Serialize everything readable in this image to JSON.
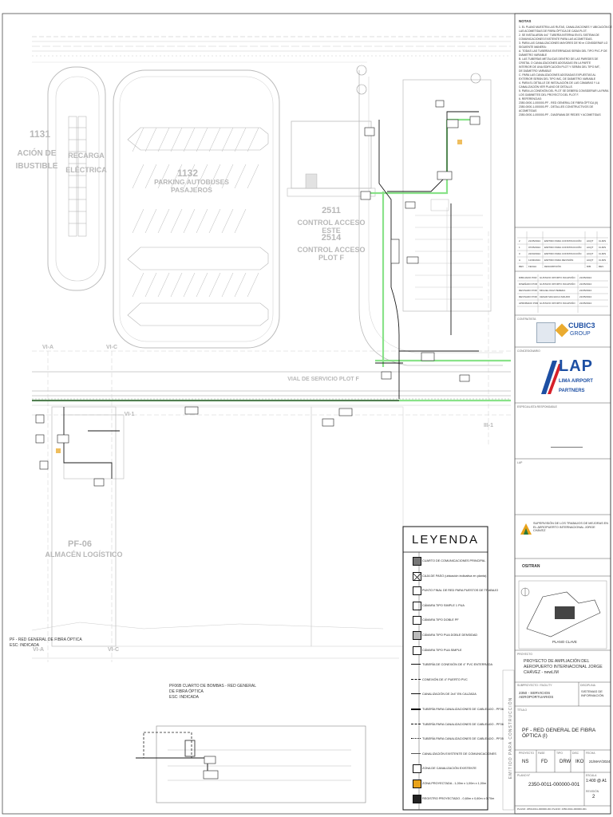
{
  "plan": {
    "areas": [
      {
        "key": "a1131a",
        "text": "1131"
      },
      {
        "key": "a1131b",
        "text": "ACIÓN DE"
      },
      {
        "key": "a1131c",
        "text": "IBUSTIBLE"
      },
      {
        "key": "a1132",
        "text": "1132"
      },
      {
        "key": "a1132b",
        "text": "PARKING AUTOBUSES PASAJEROS"
      },
      {
        "key": "a2511",
        "text": "2511"
      },
      {
        "key": "a2511b",
        "text": "CONTROL ACCESO ESTE"
      },
      {
        "key": "a2514",
        "text": "2514"
      },
      {
        "key": "a2514b",
        "text": "CONTROL ACCESO PLOT F"
      },
      {
        "key": "aRec",
        "text": "RECARGA"
      },
      {
        "key": "aRec2",
        "text": "ELÉCTRICA"
      },
      {
        "key": "aPf06",
        "text": "PF-06"
      },
      {
        "key": "aAlm",
        "text": "ALMACÉN LOGÍSTICO"
      }
    ],
    "vial": "VIAL DE SERVICIO PLOT F",
    "grid_labels": [
      "VI-A",
      "VI-C",
      "VI-A",
      "VI-C",
      "VI-1",
      "III-1"
    ],
    "left_note": "PF - RED GENERAL DE FIBRA ÓPTICA",
    "left_note2": "ESC: INDICADA",
    "detail_title": "PF06B CUARTO DE BOMBAS - RED GENERAL",
    "detail_title2": "DE FIBRA ÓPTICA",
    "detail_title3": "ESC: INDICADA"
  },
  "legend": {
    "title": "LEYENDA",
    "rows": [
      "CUARTO DE COMUNICACIONES PRINCIPAL",
      "CAJA DE PASO (ubicación indicativa en planta)",
      "PUNTO FINAL DE RED PARA PUESTOS DE TRABAJO",
      "CÁMARA TIPO SIMPLE 1 PUA",
      "CÁMARA TIPO DOBLE PF",
      "CÁMARA TIPO PUA DOBLE DENSIDAD",
      "CÁMARA TIPO PUA SIMPLE",
      "TUBERÍA DE CONEXIÓN DE 4\" PVC ENTERRADA",
      "CONEXIÓN DE 4\" PUERTO PVC",
      "CANALIZACIÓN DE 2x4\" EN CALZADA",
      "TUBERÍA PARA CANALIZACIONES DE CABLEADO - PF06",
      "TUBERÍA PARA CANALIZACIONES DE CABLEADO - PF06",
      "TUBERÍA PARA CANALIZACIONES DE CABLEADO - PF05",
      "CANALIZACIÓN EXISTENTE DE COMUNICACIONES",
      "ZONA DE CANALIZACIÓN EXISTENTE",
      "ZONA PROYECTADA - 1,00m x 1,00m x 1,00m",
      "REGISTRO PROYECTADO - 0,60m x 0,60m x 0,70m"
    ]
  },
  "notes": {
    "title": "NOTAS",
    "lines": [
      "1. EL PLANO MUESTRA LAS RUTAS, CANALIZACIONES Y UBICACIÓN DE",
      "LAS ACOMETIDAS DE FIBRA ÓPTICA DE CADA PLOT.",
      "2. SE INSTALARÁN 4x1\" TUBERÍA INTERNA EN EL SISTEMA DE",
      "COMUNICACIONES EXISTENTE PARA LAS ACOMETIDAS.",
      "3. PARA LAS CANALIZACIONES MAYORES DE 90 m CONSIDERAR LO",
      "SIGUIENTE MANERA:",
      "A. TODAS LAS TUBERÍAS ENTERRADAS SERÁN DEL TIPO PVC-P DE",
      "DIÁMETRO VARIABLE",
      "B. LAS TUBERÍAS METÁLICAS DENTRO DE LAS PAREDES DE",
      "CRISTAL O CANALIZACIONES ADOSADAS EN LA PARTE",
      "INTERIOR DE UNA EDIFICACIÓN PLOT Y SERÁN DEL TIPO IMT,",
      "DE DIÁMETRO VARIABLE",
      "C. PARA LAS CANALIZACIONES ADOSADAS EXPUESTAS AL",
      "EXTERIOR SERÁN DEL TIPO IMC, DE DIÁMETRO VARIABLE",
      "4. PARA EL DETALLE DE INSTALACIÓN DE LAS CÁMARAS Y LA",
      "CANALIZACIÓN VER PLANO DE DETALLE.",
      "5. PARA LA CONEXIÓN DEL PLOT SE DEBERÁ CONSIDERAR LA PARA",
      "LOS GABINETES DEL PROYECTO DEL PLOT F.",
      "6. REFERENCIAS:",
      "2350-0000-1-000000-PF - RED GENERAL DE FIBRA ÓPTICA (II)",
      "2350-0000-1-000000-PF - DETALLES CONSTRUCTIVOS DE",
      "ACOMETIDAS",
      "2350-0000-1-000000-PF - DIAGRAMA DE REDES Y ACOMETIDAS"
    ]
  },
  "titleblock": {
    "revisions": [
      [
        "2",
        "21/05/2024",
        "EMITIDO PARA CONSTRUCCIÓN",
        "ACQT",
        "CLM/S"
      ],
      [
        "1",
        "07/05/2024",
        "EMITIDO PARA CONSTRUCCIÓN",
        "ACQT",
        "CLM/S"
      ],
      [
        "0",
        "22/03/2024",
        "EMITIDO PARA CONSTRUCCIÓN",
        "ACQT",
        "CLM/S"
      ],
      [
        "A",
        "11/03/2024",
        "EMITIDO PARA REVISIÓN",
        "ACQT",
        "CLM/S"
      ]
    ],
    "rev_header": [
      "REV",
      "FECHA",
      "DESCRIPCIÓN",
      "DIB.",
      "REV."
    ],
    "signatures": [
      [
        "DIBUJADO POR",
        "GUSTAVO OPORTO INCAPUÑO",
        "21/05/2024"
      ],
      [
        "DISEÑADO POR",
        "GUSTAVO OPORTO INCAPUÑO",
        "21/05/2024"
      ],
      [
        "REVISADO POR",
        "MIGUEL DIAZ PEREDA",
        "21/05/2024"
      ],
      [
        "REVISADO POR",
        "CESAR MACHUCA MAURO",
        "21/05/2024"
      ],
      [
        "APROBADO POR",
        "GUSTAVO OPORTO INCAPUÑO",
        "21/05/2024"
      ]
    ],
    "contratista_label": "CONTRATISTA",
    "cubic_text": "CUBIC3",
    "group_text": "GROUP",
    "concesionario_label": "CONCESIONARIO",
    "lap_text": "LAP",
    "lap_sub1": "LIMA AIRPORT",
    "lap_sub2": "PARTNERS",
    "especialista_label": "ESPECIALISTA RESPONSABLE",
    "sup_label": "LAP",
    "supervision": "SUPERVISIÓN DE LOS TRABAJOS DE MEJORAS EN EL AEROPUERTO INTERNACIONAL JORGE CHÁVEZ",
    "ositran": "OSITRAN",
    "plano_clave": "PLANO CLAVE",
    "proyecto_label": "PROYECTO",
    "proyecto": "PROYECTO DE AMPLIACIÓN DEL AEROPUERTO INTERNACIONAL JORGE CHÁVEZ - newLIM",
    "subproyecto_label": "SUBPROYECTO / FACILITY",
    "subproyecto": "2350 - SERVICIOS AEROPORTUARIOS",
    "disciplina_label": "DISCIPLINA",
    "disciplina": "SISTEMAS DE INFORMACIÓN",
    "titulo_label": "TÍTULO",
    "titulo": "PF - RED GENERAL DE FIBRA ÓPTICA (I)",
    "fields": [
      [
        "PROYECTO",
        "NS"
      ],
      [
        "FASE",
        "FD"
      ],
      [
        "TIPO",
        "DRW"
      ],
      [
        "DISC",
        "IKO"
      ],
      [
        "FECHA",
        "21/MAY/2024"
      ]
    ],
    "plano_label": "PLANO N°",
    "plano_no": "2350-0011-000000-001",
    "escala_label": "ESCALA",
    "escala": "1:400 @ A1",
    "revision_label": "REVISIÓN",
    "revision": "2",
    "footer": "PLANO: 2350-0011-000000-001   PLANO: 2350-0011-000000-001",
    "side_stamp": "EMITIDO PARA CONSTRUCCIÓN"
  },
  "colors": {
    "green_route": "#7ddf7d",
    "dark_route": "#1a1a1a",
    "lap_blue": "#1d4fa3",
    "lap_red": "#d6202a",
    "cubic_orange": "#e8a21a",
    "grid_grey": "#c8c8c8"
  }
}
